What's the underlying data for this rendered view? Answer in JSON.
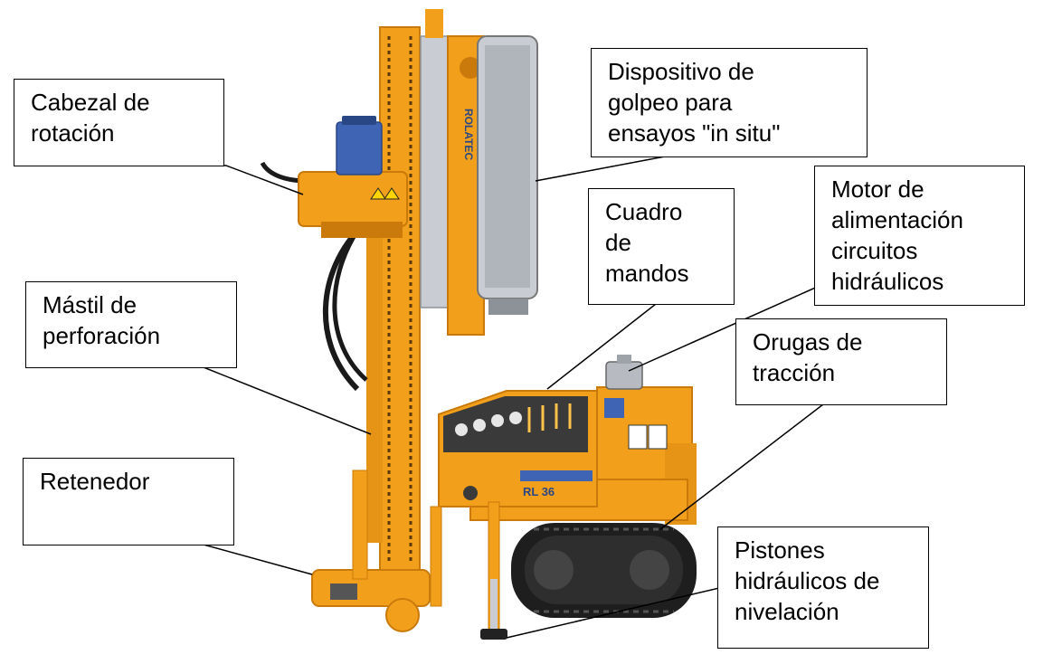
{
  "figure": {
    "subject": "crawler-mounted drilling rig",
    "brand_text": "ROLATEC",
    "model_text": "RL 36",
    "colors": {
      "body": "#F2A01C",
      "body_dark": "#C97A0A",
      "body_light": "#FFC24A",
      "track": "#1E1E1E",
      "cylinder": "#C9CDD3",
      "motor_blue": "#3E64B3",
      "panel": "#3A3A3A",
      "outline": "#000000",
      "background": "#FFFFFF"
    }
  },
  "callouts": [
    {
      "id": "rotation-head",
      "lines": [
        "Cabezal de",
        "rotación"
      ]
    },
    {
      "id": "impact-device",
      "lines": [
        "Dispositivo de",
        "golpeo para",
        "ensayos \"in situ\""
      ]
    },
    {
      "id": "control-panel",
      "lines": [
        "Cuadro",
        "de",
        "mandos"
      ]
    },
    {
      "id": "power-motor",
      "lines": [
        "Motor de",
        "alimentación",
        "circuitos",
        "hidráulicos"
      ]
    },
    {
      "id": "drilling-mast",
      "lines": [
        "Mástil de",
        "perforación"
      ]
    },
    {
      "id": "traction-tracks",
      "lines": [
        "Orugas de",
        "tracción"
      ]
    },
    {
      "id": "retainer",
      "lines": [
        "Retenedor"
      ]
    },
    {
      "id": "leveling-pistons",
      "lines": [
        "Pistones",
        "hidráulicos de",
        "nivelación"
      ]
    }
  ]
}
